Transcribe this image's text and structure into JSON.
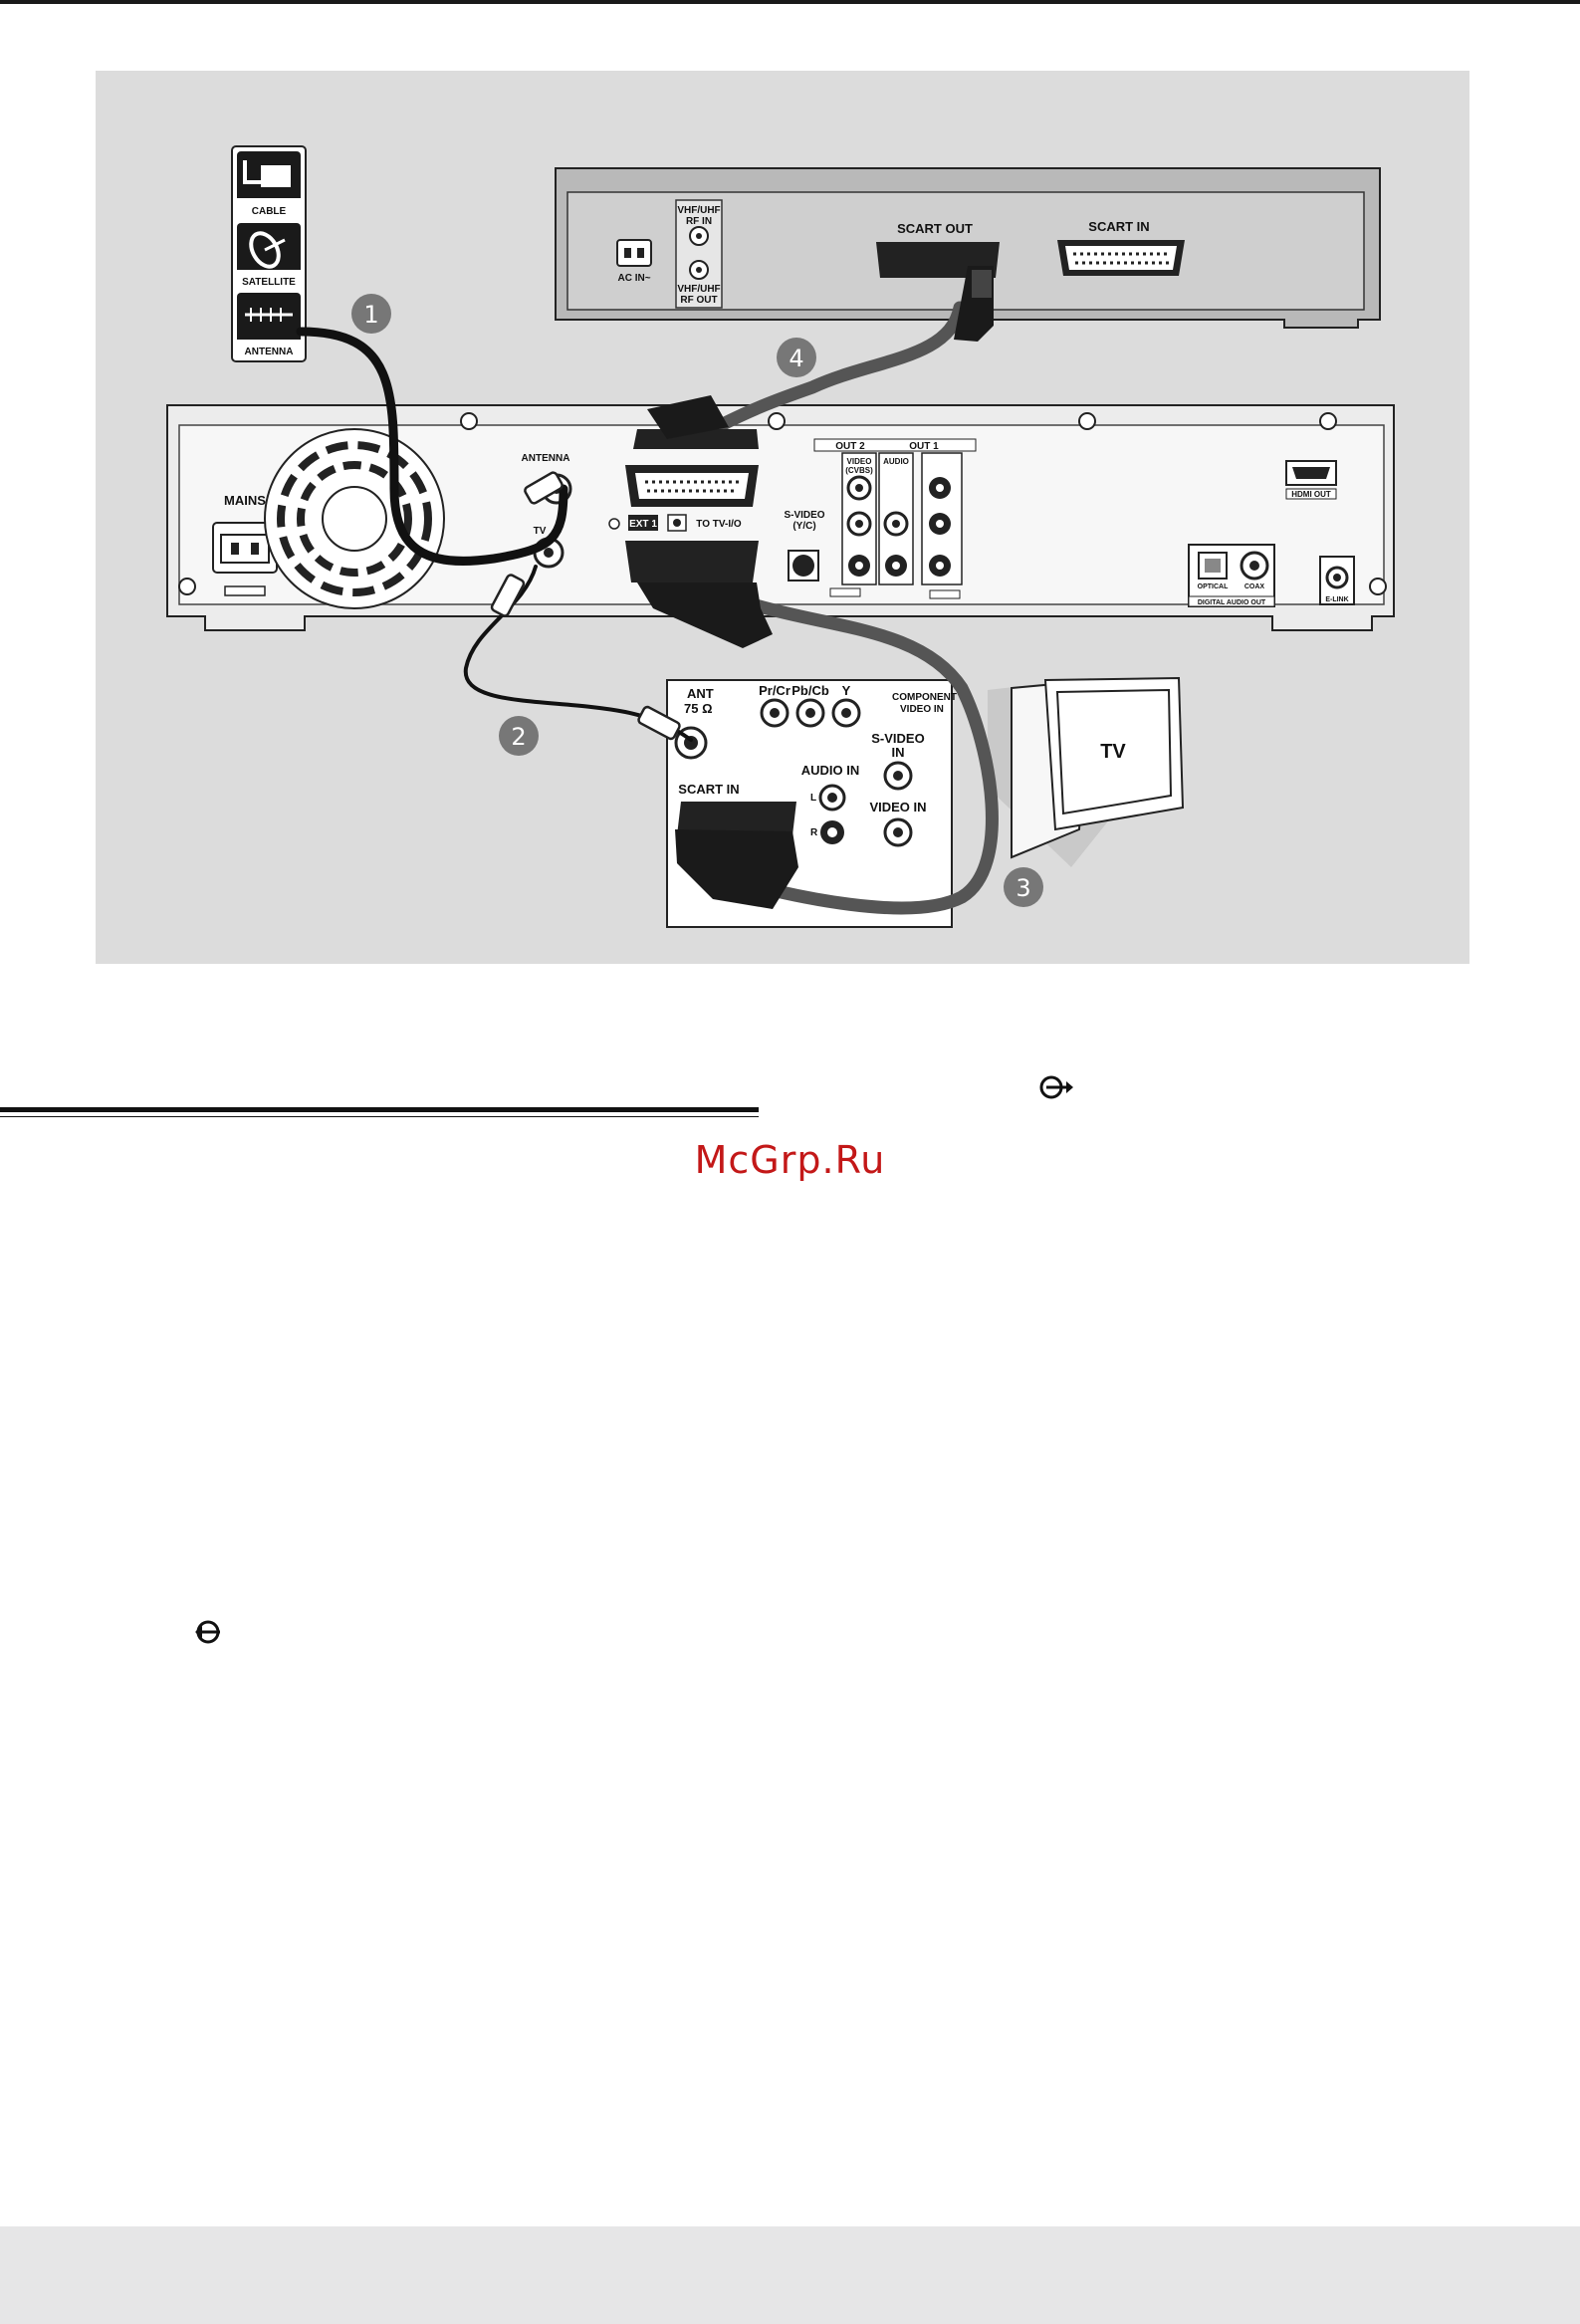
{
  "figure": {
    "source_tiles": [
      "CABLE",
      "SATELLITE",
      "ANTENNA"
    ],
    "steps": [
      "1",
      "2",
      "3",
      "4"
    ],
    "vcr": {
      "ac_in_label": "AC IN~",
      "rf_in_label_line1": "VHF/UHF",
      "rf_in_label_line2": "RF IN",
      "rf_out_label_line1": "VHF/UHF",
      "rf_out_label_line2": "RF OUT",
      "scart_out_label": "SCART OUT",
      "scart_in_label": "SCART IN"
    },
    "recorder": {
      "mains_label": "MAINS",
      "antenna_label": "ANTENNA",
      "tv_label": "TV",
      "ext1_label": "EXT 1",
      "to_tv_label": "TO TV-I/O",
      "out2_label": "OUT 2",
      "out1_label": "OUT 1",
      "video_cvbs_line1": "VIDEO",
      "video_cvbs_line2": "(CVBS)",
      "audio_label": "AUDIO",
      "svideo_label": "S-VIDEO",
      "svideo_sub": "(Y/C)",
      "hdmi_label": "HDMI OUT",
      "optical_label": "OPTICAL",
      "coax_label": "COAX",
      "digital_audio_label": "DIGITAL AUDIO OUT",
      "elink_label": "E-LINK"
    },
    "tv": {
      "screen_label": "TV",
      "ant_label": "ANT",
      "ant_sub": "75 Ω",
      "pr_label": "Pr/Cr",
      "pb_label": "Pb/Cb",
      "y_label": "Y",
      "component_line1": "COMPONENT",
      "component_line2": "VIDEO IN",
      "svideo_line1": "S-VIDEO",
      "svideo_line2": "IN",
      "scart_in_label": "SCART IN",
      "audio_in_label": "AUDIO IN",
      "l_label": "L",
      "r_label": "R",
      "video_in_label": "VIDEO IN"
    }
  },
  "watermark": "McGrp.Ru",
  "icons": [
    "antenna-out-icon",
    "antenna-in-icon"
  ]
}
